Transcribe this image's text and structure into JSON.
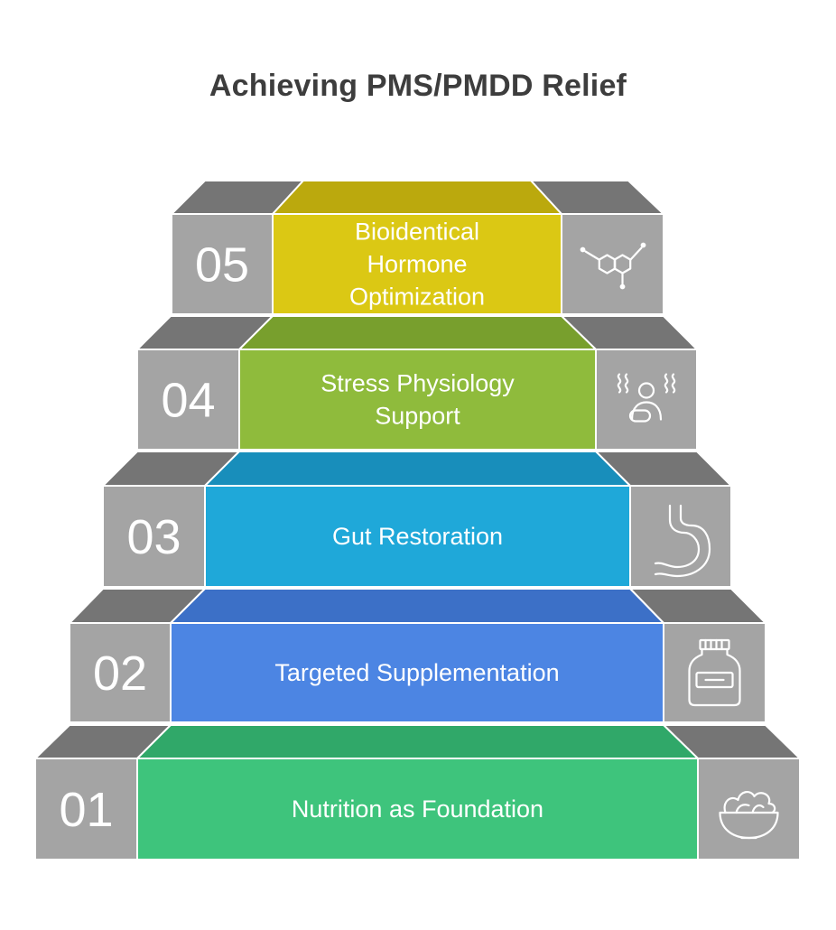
{
  "title": "Achieving PMS/PMDD Relief",
  "colors": {
    "side_face": "#a4a4a4",
    "side_top": "#757575",
    "step_text": "#ffffff",
    "title": "#3d3d3d"
  },
  "steps": [
    {
      "number": "05",
      "lines": [
        "Bioidentical",
        "Hormone",
        "Optimization"
      ],
      "icon": "hormone-molecule-icon",
      "color": "#dbc814",
      "top_color": "#bba90d"
    },
    {
      "number": "04",
      "lines": [
        "Stress Physiology",
        "Support"
      ],
      "icon": "stress-person-icon",
      "color": "#8fbb3c",
      "top_color": "#789f2d"
    },
    {
      "number": "03",
      "lines": [
        "Gut Restoration"
      ],
      "icon": "stomach-icon",
      "color": "#1fa8d9",
      "top_color": "#188ebb"
    },
    {
      "number": "02",
      "lines": [
        "Targeted Supplementation"
      ],
      "icon": "supplement-bottle-icon",
      "color": "#4c85e3",
      "top_color": "#3c70c7"
    },
    {
      "number": "01",
      "lines": [
        "Nutrition as Foundation"
      ],
      "icon": "salad-bowl-icon",
      "color": "#3ec47c",
      "top_color": "#30a869"
    }
  ]
}
